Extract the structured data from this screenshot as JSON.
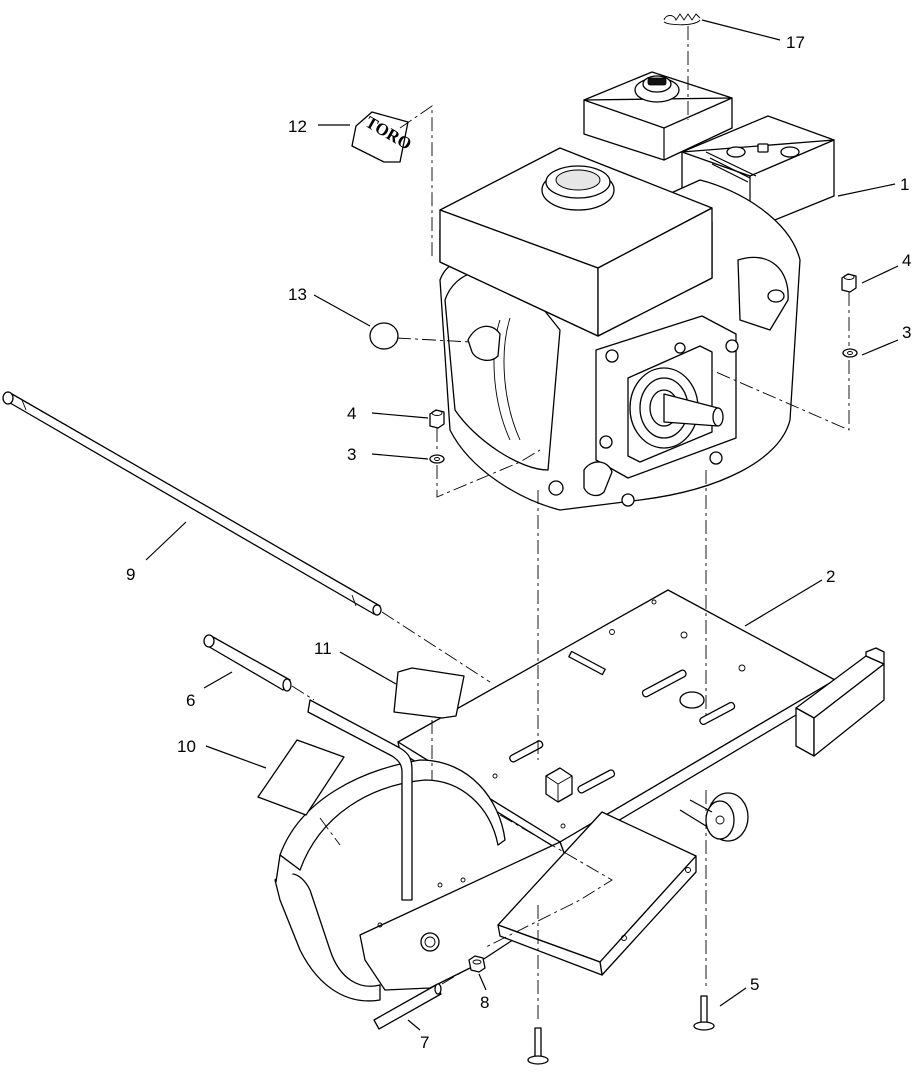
{
  "diagram": {
    "brand_decal_text": "TORO",
    "callouts": [
      {
        "id": "c1",
        "label": "1",
        "part": "engine"
      },
      {
        "id": "c2",
        "label": "2",
        "part": "base-frame"
      },
      {
        "id": "c3a",
        "label": "3",
        "part": "washer-right"
      },
      {
        "id": "c3b",
        "label": "3",
        "part": "washer-left"
      },
      {
        "id": "c4a",
        "label": "4",
        "part": "nut-right"
      },
      {
        "id": "c4b",
        "label": "4",
        "part": "nut-left"
      },
      {
        "id": "c5",
        "label": "5",
        "part": "bolt-right"
      },
      {
        "id": "c6",
        "label": "6",
        "part": "handle-grip"
      },
      {
        "id": "c7",
        "label": "7",
        "part": "pin"
      },
      {
        "id": "c8",
        "label": "8",
        "part": "nut-small"
      },
      {
        "id": "c9",
        "label": "9",
        "part": "handle-tube"
      },
      {
        "id": "c10",
        "label": "10",
        "part": "decal-belt-guard"
      },
      {
        "id": "c11",
        "label": "11",
        "part": "decal-frame"
      },
      {
        "id": "c12",
        "label": "12",
        "part": "toro-decal"
      },
      {
        "id": "c13",
        "label": "13",
        "part": "knob"
      },
      {
        "id": "c17",
        "label": "17",
        "part": "spring"
      }
    ]
  }
}
